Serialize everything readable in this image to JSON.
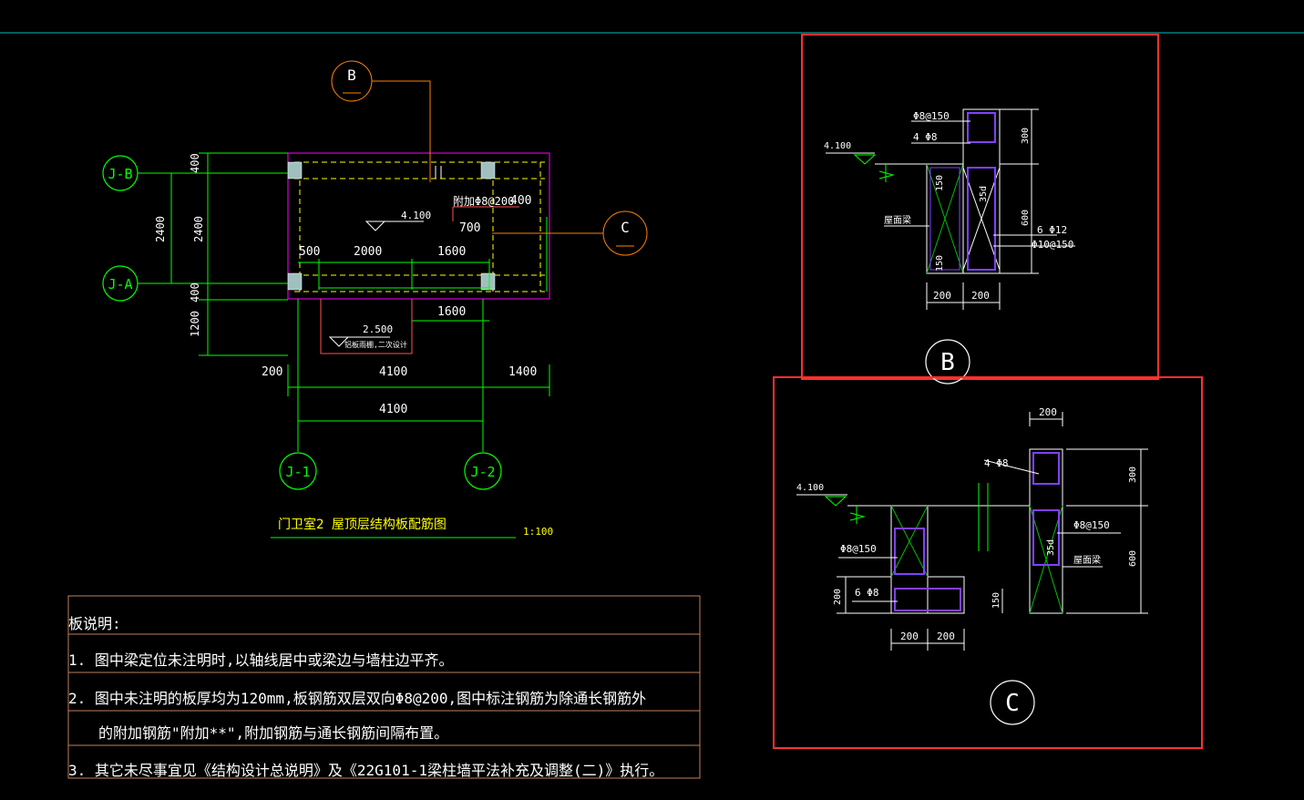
{
  "colors": {
    "background": "#000000",
    "white": "#ffffff",
    "green": "#00ff00",
    "yellow": "#ffff00",
    "magenta": "#ff00ff",
    "orange": "#ff7f00",
    "cyan": "#00bfbf",
    "red": "#ff3030",
    "purple": "#8040ff",
    "tan": "#c08060"
  },
  "plan": {
    "bubbles": {
      "b": "B",
      "c": "C",
      "axis_jb": "J-B",
      "axis_ja": "J-A",
      "axis_j1": "J-1",
      "axis_j2": "J-2"
    },
    "elevation": "4.100",
    "rebar_note": "附加Φ8@200",
    "dims": {
      "d400a": "400",
      "d400b": "400",
      "d2400a": "2400",
      "d2400b": "2400",
      "d1200": "1200",
      "d500": "500",
      "d2000": "2000",
      "d1600a": "1600",
      "d1600b": "1600",
      "d200": "200",
      "d4100a": "4100",
      "d1400": "1400",
      "d4100b": "4100",
      "d700": "700",
      "d400c": "400"
    },
    "canopy_elev": "2.500",
    "canopy_note": "铝板雨棚,二次设计",
    "title": "门卫室2  屋顶层结构板配筋图",
    "scale": "1:100"
  },
  "section_b": {
    "label": "B",
    "elev": "4.100",
    "rebar_top": "Φ8@150",
    "rebar_4": "4 Φ8",
    "rebar_6": "6 Φ12",
    "rebar_10": "Φ10@150",
    "beam": "屋面梁",
    "d150a": "150",
    "d150b": "150",
    "d35d": "35d",
    "d300": "300",
    "d600": "600",
    "w1": "200",
    "w2": "200"
  },
  "section_c": {
    "label": "C",
    "elev": "4.100",
    "top_w": "200",
    "rebar_4": "4 Φ8",
    "rebar_r": "Φ8@150",
    "rebar_l": "Φ8@150",
    "rebar_6": "6 Φ8",
    "beam": "屋面梁",
    "d35d": "35d",
    "d300": "300",
    "d600": "600",
    "d200": "200",
    "d150": "150",
    "w1": "200",
    "w2": "200"
  },
  "notes": {
    "heading": "板说明:",
    "line1": "1. 图中梁定位未注明时,以轴线居中或梁边与墙柱边平齐。",
    "line2": "2. 图中未注明的板厚均为120mm,板钢筋双层双向Φ8@200,图中标注钢筋为除通长钢筋外",
    "line3": "的附加钢筋\"附加**\",附加钢筋与通长钢筋间隔布置。",
    "line4": "3. 其它未尽事宜见《结构设计总说明》及《22G101-1梁柱墙平法补充及调整(二)》执行。"
  }
}
